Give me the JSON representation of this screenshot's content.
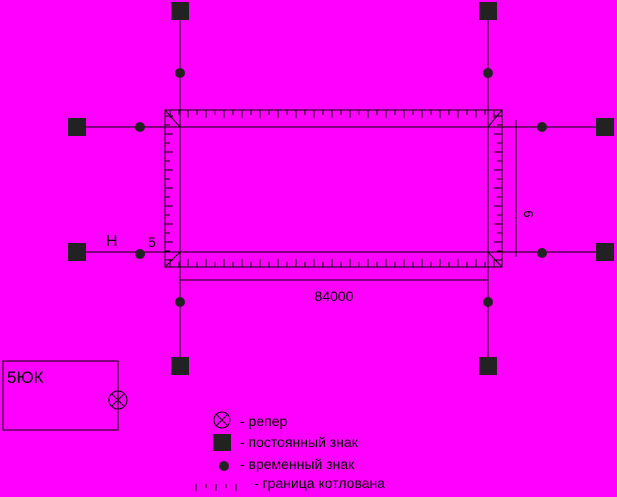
{
  "colors": {
    "background": "#ff00ff",
    "ink": "#000000",
    "marker": "#222222"
  },
  "drawing": {
    "label_h": "Н",
    "label_5": "5",
    "dim_length": "84000",
    "dim_width": "6"
  },
  "benchmark_box": {
    "code": "5ЮК",
    "symbol": "benchmark-symbol"
  },
  "legend": {
    "items": [
      {
        "symbol": "benchmark-icon",
        "text": "- репер"
      },
      {
        "symbol": "permanent-sign-icon",
        "text": "- постоянный знак"
      },
      {
        "symbol": "temporary-sign-icon",
        "text": "- временный знак"
      },
      {
        "symbol": "pit-boundary-icon",
        "text": "- граница котлована"
      }
    ]
  }
}
